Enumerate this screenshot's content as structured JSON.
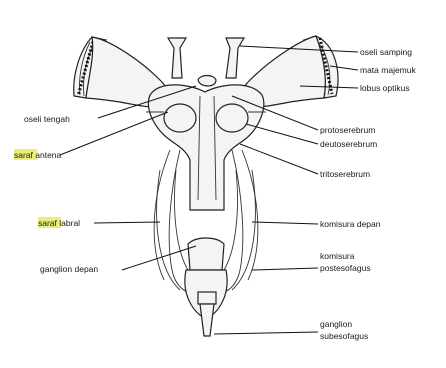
{
  "labels": {
    "oseli_samping": "oseli samping",
    "mata_majemuk": "mata majemuk",
    "lobus_optikus": "lobus optikus",
    "oseli_tengah": "oseli tengah",
    "saraf_antena_word": "saraf",
    "saraf_antena_rest": " antena",
    "protoserebrum": "protoserebrum",
    "deutoserebrum": "deutoserebrum",
    "tritoserebrum": "tritoserebrum",
    "saraf_labral_word": "saraf",
    "saraf_labral_rest": " labral",
    "komisura_depan": "komisura depan",
    "ganglion_depan": "ganglion depan",
    "komisura_postesofagus_1": "komisura",
    "komisura_postesofagus_2": "postesofagus",
    "ganglion_subesofagus_1": "ganglion",
    "ganglion_subesofagus_2": "subesofagus"
  },
  "colors": {
    "highlight": "#e9ef7a",
    "line": "#111111"
  }
}
